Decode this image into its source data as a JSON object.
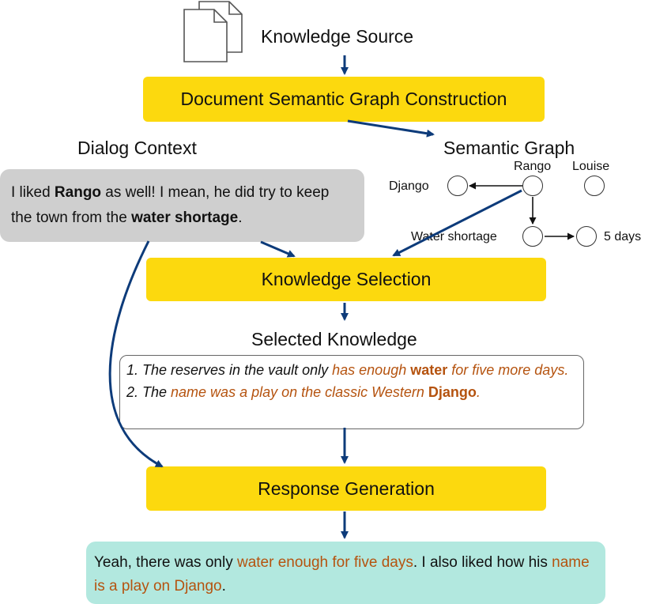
{
  "knowledge_source": {
    "label": "Knowledge Source",
    "icon": "documents-icon"
  },
  "graph_construction": {
    "label": "Document Semantic Graph Construction"
  },
  "dialog_context": {
    "title": "Dialog Context",
    "text_1": "I liked ",
    "entity_1": "Rango",
    "text_2": " as well! I mean, he did try to keep the town from the ",
    "entity_2": "water shortage",
    "text_3": "."
  },
  "semantic_graph": {
    "title": "Semantic Graph",
    "nodes": {
      "rango": "Rango",
      "louise": "Louise",
      "django": "Django",
      "water_shortage": "Water shortage",
      "five_days": "5 days"
    }
  },
  "knowledge_selection": {
    "label": "Knowledge Selection"
  },
  "selected_knowledge": {
    "title": "Selected Knowledge",
    "item_1": {
      "prefix": "1. The reserves in the vault only ",
      "hl_1": "has enough ",
      "hl_bold": "water",
      "hl_2": " for five more days."
    },
    "item_2": {
      "prefix": "2. The ",
      "hl_1": "name was a play on the classic Western ",
      "hl_bold": "Django",
      "hl_2": "."
    }
  },
  "response_generation": {
    "label": "Response Generation"
  },
  "response": {
    "text_1": "Yeah, there was only ",
    "hl_1": "water enough for five days",
    "text_2": ". I also liked how his ",
    "hl_2": "name is a play on Django",
    "text_3": "."
  },
  "colors": {
    "yellow": "#fcd90e",
    "gray": "#cfcfcf",
    "teal": "#b2e8df",
    "highlight": "#b5530f",
    "arrow": "#0d3b7a"
  }
}
